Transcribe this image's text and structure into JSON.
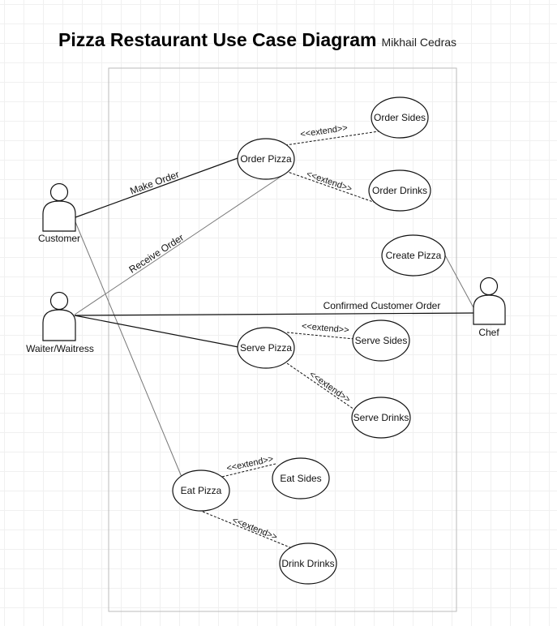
{
  "diagram": {
    "title": "Pizza Restaurant Use Case Diagram",
    "author": "Mikhail Cedras",
    "actors": {
      "customer": "Customer",
      "waiter": "Waiter/Waitress",
      "chef": "Chef"
    },
    "use_cases": {
      "order_pizza": "Order Pizza",
      "order_sides": "Order Sides",
      "order_drinks": "Order Drinks",
      "create_pizza": "Create Pizza",
      "serve_pizza": "Serve Pizza",
      "serve_sides": "Serve Sides",
      "serve_drinks": "Serve Drinks",
      "eat_pizza": "Eat Pizza",
      "eat_sides": "Eat Sides",
      "drink_drinks": "Drink Drinks"
    },
    "associations": {
      "make_order": "Make Order",
      "receive_order": "Receive Order",
      "confirmed_customer_order": "Confirmed Customer Order"
    },
    "extend_label": "<<extend>>"
  },
  "colors": {
    "line": "#111111",
    "boundary": "#bbbbbb",
    "grid": "#f0f0f0"
  }
}
